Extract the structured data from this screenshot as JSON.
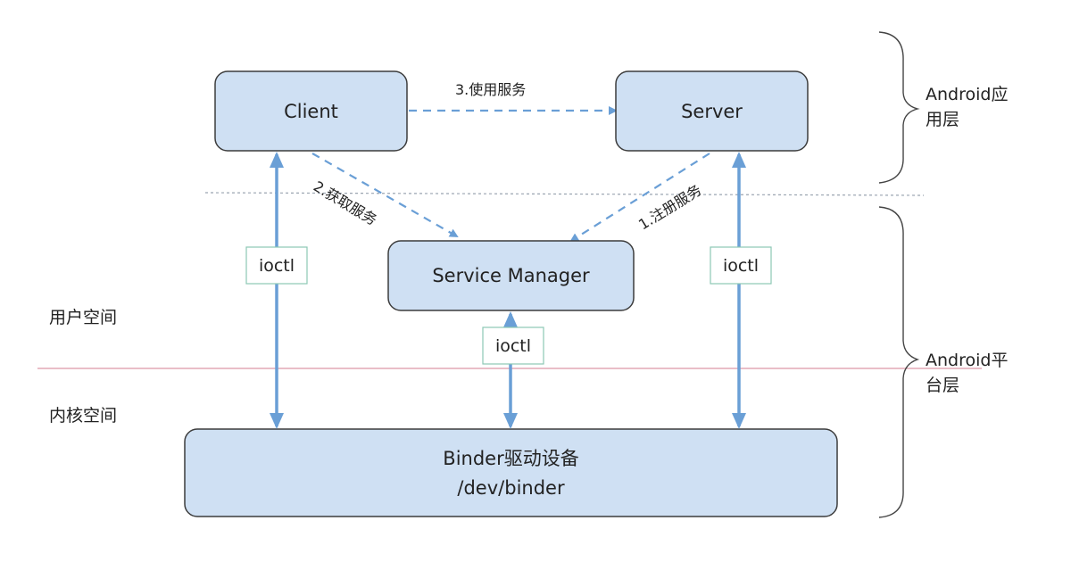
{
  "nodes": {
    "client": "Client",
    "server": "Server",
    "service_manager": "Service Manager",
    "binder_line1": "Binder驱动设备",
    "binder_line2": "/dev/binder"
  },
  "edges": {
    "use_service": "3.使用服务",
    "get_service": "2.获取服务",
    "register_service": "1.注册服务",
    "ioctl": "ioctl"
  },
  "regions": {
    "user_space": "用户空间",
    "kernel_space": "内核空间"
  },
  "layers": {
    "app_line1": "Android应",
    "app_line2": "用层",
    "platform_line1": "Android平",
    "platform_line2": "台层"
  },
  "colors": {
    "node_fill": "#cfe0f3",
    "arrow": "#6a9fd6",
    "kernel_divider": "#e4a9b5"
  }
}
